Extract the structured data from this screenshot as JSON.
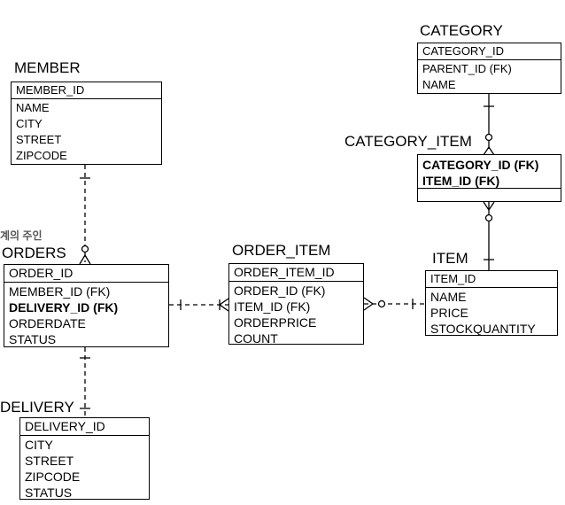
{
  "note": "계의 주인",
  "entities": {
    "category": {
      "title": "CATEGORY",
      "pk": "CATEGORY_ID",
      "attrs": [
        "PARENT_ID (FK)",
        "NAME"
      ]
    },
    "member": {
      "title": "MEMBER",
      "pk": "MEMBER_ID",
      "attrs": [
        "NAME",
        "CITY",
        "STREET",
        "ZIPCODE"
      ]
    },
    "category_item": {
      "title": "CATEGORY_ITEM",
      "keys": [
        "CATEGORY_ID (FK)",
        "ITEM_ID (FK)"
      ]
    },
    "orders": {
      "title": "ORDERS",
      "pk": "ORDER_ID",
      "attrs": [
        "MEMBER_ID (FK)",
        "DELIVERY_ID (FK)",
        "ORDERDATE",
        "STATUS"
      ]
    },
    "order_item": {
      "title": "ORDER_ITEM",
      "pk": "ORDER_ITEM_ID",
      "attrs": [
        "ORDER_ID (FK)",
        "ITEM_ID (FK)",
        "ORDERPRICE",
        "COUNT"
      ]
    },
    "item": {
      "title": "ITEM",
      "pk": "ITEM_ID",
      "attrs": [
        "NAME",
        "PRICE",
        "STOCKQUANTITY"
      ]
    },
    "delivery": {
      "title": "DELIVERY",
      "pk": "DELIVERY_ID",
      "attrs": [
        "CITY",
        "STREET",
        "ZIPCODE",
        "STATUS"
      ]
    }
  }
}
